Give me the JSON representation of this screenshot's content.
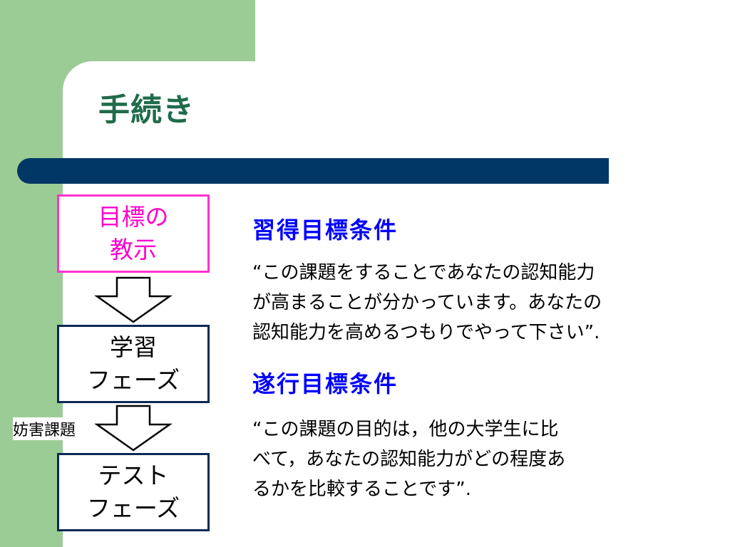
{
  "slide": {
    "title": "手続き"
  },
  "flow": {
    "box1_line1": "目標の",
    "box1_line2": "教示",
    "box2_line1": "学習",
    "box2_line2": "フェーズ",
    "box3_line1": "テスト",
    "box3_line2": "フェーズ",
    "side_label": "妨害課題"
  },
  "content": {
    "heading1": "習得目標条件",
    "quote1_lines": [
      "“この課題をすることであなたの認知能力",
      "が高まることが分かっています。あなたの",
      "認知能力を高めるつもりでやって下さい”."
    ],
    "heading2": "遂行目標条件",
    "quote2_lines": [
      "“この課題の目的は，他の大学生に比",
      "べて，あなたの認知能力がどの程度あ",
      "るかを比較することです”."
    ]
  },
  "colors": {
    "green_band": "#9ccc96",
    "title": "#1f6b4a",
    "bar": "#003764",
    "box1_border": "#ff33cc",
    "box1_text": "#ff00cc",
    "box_border": "#0c2a55",
    "heading": "#0000ff"
  }
}
